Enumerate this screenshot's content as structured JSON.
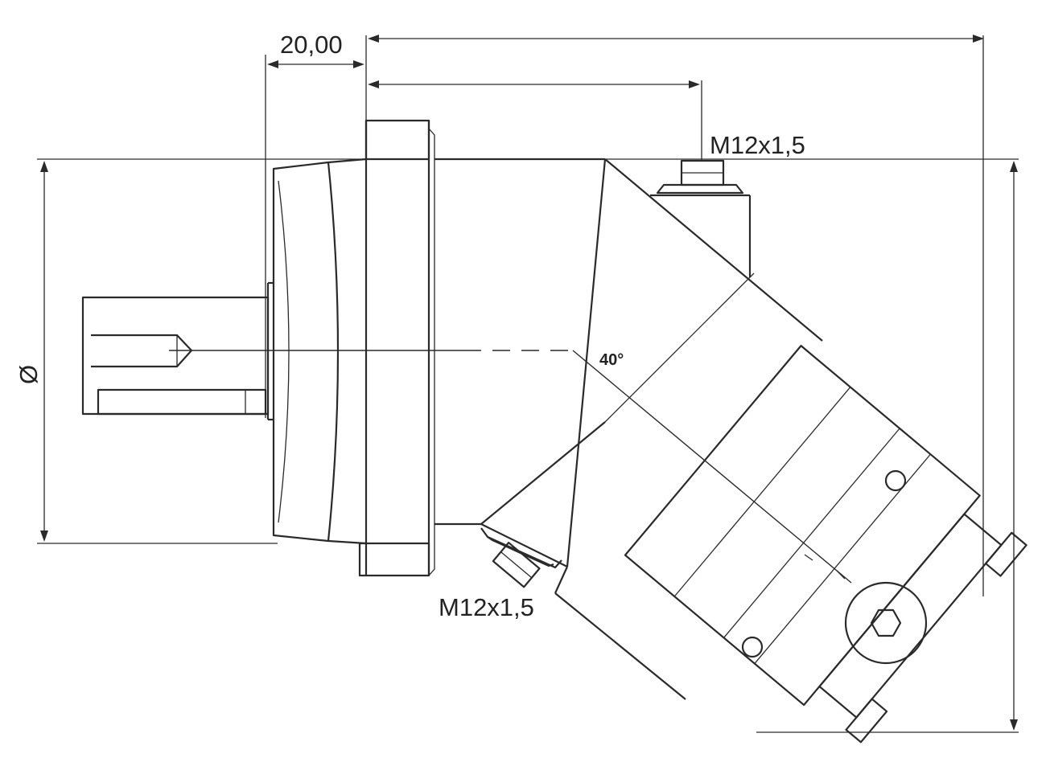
{
  "labels": {
    "flange_offset": "20,00",
    "port_top": "M12x1,5",
    "port_bottom": "M12x1,5",
    "bend_angle": "40°",
    "diameter_symbol": "Ø"
  },
  "colors": {
    "line": "#2a2a2a",
    "text": "#222222",
    "background": "#ffffff"
  }
}
